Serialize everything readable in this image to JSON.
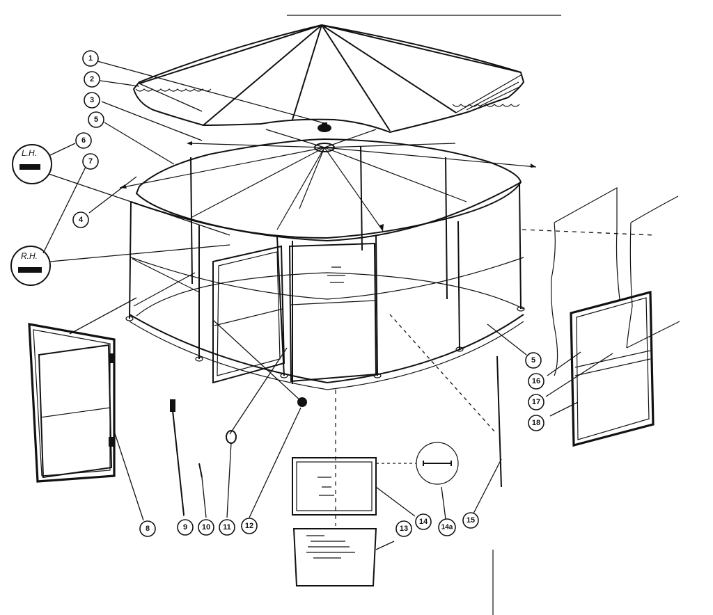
{
  "diagram": {
    "callouts": [
      {
        "id": "1",
        "label": "1"
      },
      {
        "id": "2",
        "label": "2"
      },
      {
        "id": "3",
        "label": "3"
      },
      {
        "id": "4",
        "label": "4"
      },
      {
        "id": "5a",
        "label": "5"
      },
      {
        "id": "5b",
        "label": "5"
      },
      {
        "id": "6",
        "label": "6"
      },
      {
        "id": "7",
        "label": "7"
      },
      {
        "id": "8",
        "label": "8"
      },
      {
        "id": "9",
        "label": "9"
      },
      {
        "id": "10",
        "label": "10"
      },
      {
        "id": "11",
        "label": "11"
      },
      {
        "id": "12",
        "label": "12"
      },
      {
        "id": "13",
        "label": "13"
      },
      {
        "id": "14",
        "label": "14"
      },
      {
        "id": "14a",
        "label": "14a"
      },
      {
        "id": "15",
        "label": "15"
      },
      {
        "id": "16",
        "label": "16"
      },
      {
        "id": "17",
        "label": "17"
      },
      {
        "id": "18",
        "label": "18"
      }
    ],
    "insets": {
      "left_hand": "L.H.",
      "right_hand": "R.H."
    }
  }
}
